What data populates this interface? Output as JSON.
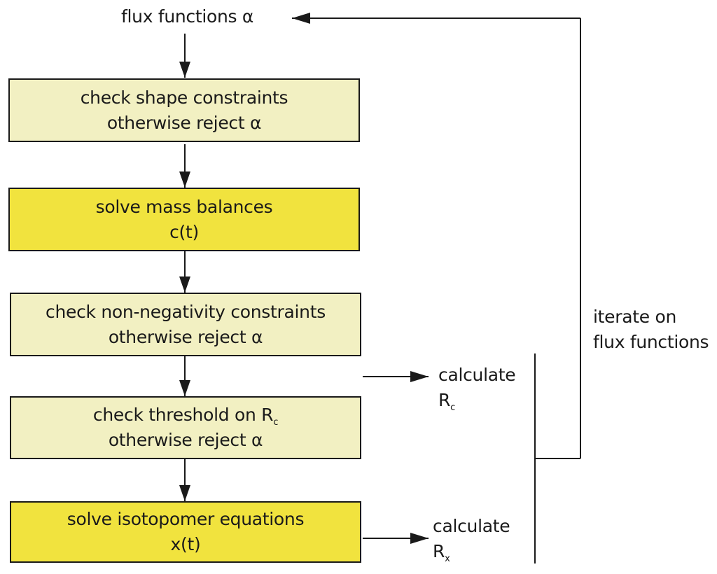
{
  "diagram": {
    "top_label": "flux functions α",
    "boxes": [
      {
        "line1": "check shape constraints",
        "line2": "otherwise reject α",
        "fill": "#f2f0c2"
      },
      {
        "line1": "solve mass balances",
        "line2": "c(t)",
        "fill": "#f1e33e"
      },
      {
        "line1": "check non-negativity constraints",
        "line2": "otherwise reject α",
        "fill": "#f2f0c2"
      },
      {
        "line1_prefix": "check threshold on R",
        "line1_sub": "c",
        "line2": "otherwise reject α",
        "fill": "#f2f0c2"
      },
      {
        "line1": "solve isotopomer equations",
        "line2": "x(t)",
        "fill": "#f1e33e"
      }
    ],
    "calc_rc": {
      "line1": "calculate",
      "symbol": "R",
      "sub": "c"
    },
    "calc_rx": {
      "line1": "calculate",
      "symbol": "R",
      "sub": "x"
    },
    "loop_label": {
      "line1": "iterate on",
      "line2": "flux functions"
    },
    "colors": {
      "stroke": "#1a1a1a",
      "pale_box": "#f2f0c2",
      "bright_box": "#f1e33e"
    }
  }
}
